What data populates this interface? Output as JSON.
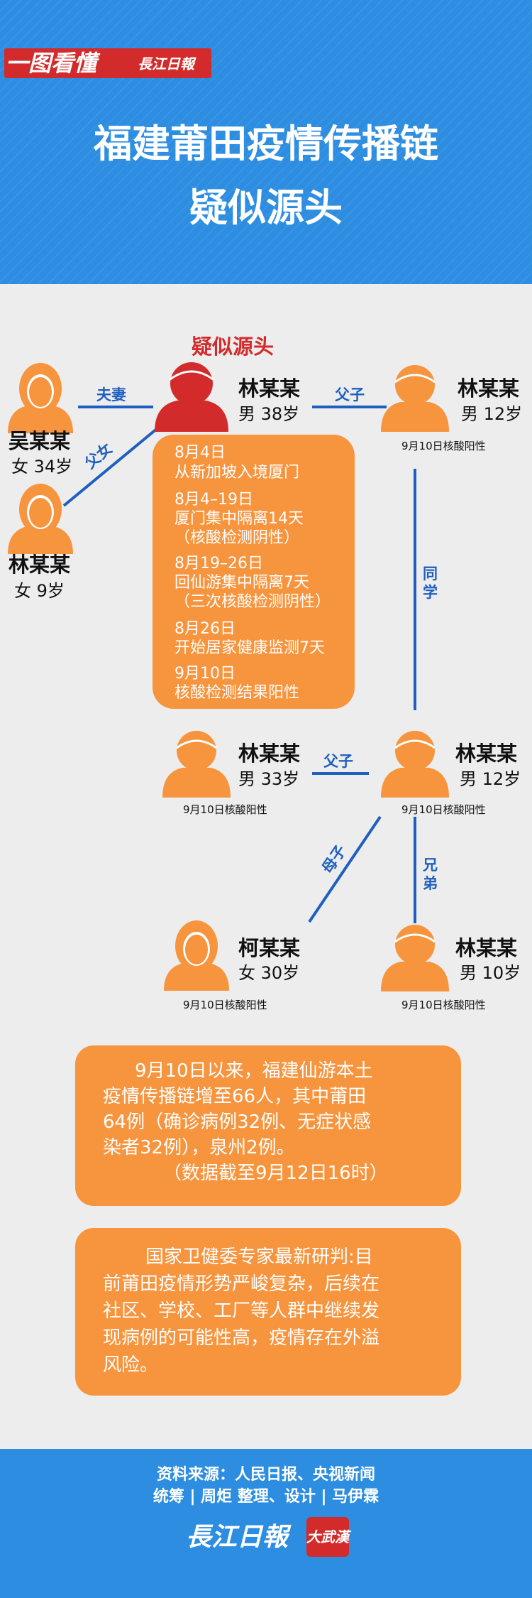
{
  "header": {
    "logo_main": "一图看懂",
    "logo_sub": "長江日報",
    "title_line1": "福建莆田疫情传播链",
    "title_line2": "疑似源头"
  },
  "diagram": {
    "source_label": "疑似源头",
    "people": {
      "wu": {
        "name": "吴某某",
        "gender": "女",
        "age": "34岁"
      },
      "lin_girl": {
        "name": "林某某",
        "gender": "女",
        "age": "9岁"
      },
      "source": {
        "name": "林某某",
        "gender": "男",
        "age": "38岁"
      },
      "son1": {
        "name": "林某某",
        "gender": "男",
        "age": "12岁",
        "tag": "9月10日核酸阳性"
      },
      "lin33": {
        "name": "林某某",
        "gender": "男",
        "age": "33岁",
        "tag": "9月10日核酸阳性"
      },
      "boy12b": {
        "name": "林某某",
        "gender": "男",
        "age": "12岁",
        "tag": "9月10日核酸阳性"
      },
      "ke": {
        "name": "柯某某",
        "gender": "女",
        "age": "30岁",
        "tag": "9月10日核酸阳性"
      },
      "boy10": {
        "name": "林某某",
        "gender": "男",
        "age": "10岁",
        "tag": "9月10日核酸阳性"
      }
    },
    "relations": {
      "spouse": "夫妻",
      "father_daughter": "父女",
      "father_son_top": "父子",
      "classmate": "同学",
      "father_son_mid": "父子",
      "mother_son": "母子",
      "brothers": "兄弟"
    },
    "timeline": [
      [
        "8月4日",
        "从新加坡入境厦门"
      ],
      [
        "8月4–19日",
        "厦门集中隔离14天",
        "（核酸检测阴性）"
      ],
      [
        "8月19–26日",
        "回仙游集中隔离7天",
        "（三次核酸检测阴性）"
      ],
      [
        "8月26日",
        "开始居家健康监测7天"
      ],
      [
        "9月10日",
        "核酸检测结果阳性"
      ]
    ]
  },
  "info1": {
    "lines": [
      "9月10日以来，福建仙游本土",
      "疫情传播链增至66人，其中莆田",
      "64例（确诊病例32例、无症状感",
      "染者32例），泉州2例。",
      "（数据截至9月12日16时）"
    ]
  },
  "info2": {
    "lines": [
      "国家卫健委专家最新研判:目",
      "前莆田疫情形势严峻复杂，后续在",
      "社区、学校、工厂等人群中继续发",
      "现病例的可能性高，疫情存在外溢",
      "风险。"
    ]
  },
  "footer": {
    "source_line": "资料来源：人民日报、央视新闻",
    "credits_line": "统筹 | 周炬  整理、设计 | 马伊霖",
    "logo": "長江日報",
    "badge": "大武漢"
  },
  "colors": {
    "blue": "#2d8de1",
    "orange": "#f7943e",
    "red": "#d32b2b",
    "relation_blue": "#1f5fbf"
  }
}
